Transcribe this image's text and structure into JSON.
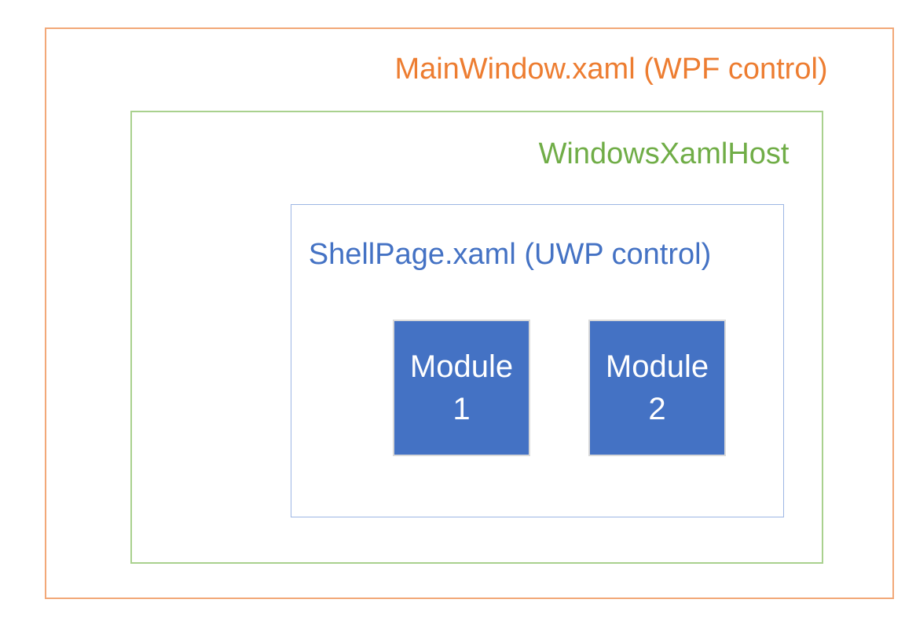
{
  "diagram": {
    "background_color": "#FFFFFF",
    "mainwindow": {
      "label": "MainWindow.xaml (WPF control)",
      "text_color": "#ED7D31",
      "border_color": "#F2A878"
    },
    "xamlhost": {
      "label": "WindowsXamlHost",
      "text_color": "#70AD47",
      "border_color": "#A9D18E"
    },
    "shellpage": {
      "label": "ShellPage.xaml (UWP control)",
      "text_color": "#4472C4",
      "border_color": "#9DB6E4"
    },
    "modules": [
      {
        "line1": "Module",
        "line2": "1"
      },
      {
        "line1": "Module",
        "line2": "2"
      }
    ],
    "module_style": {
      "fill_color": "#4472C4",
      "border_color": "#D9D9D9",
      "text_color": "#FFFFFF"
    }
  }
}
